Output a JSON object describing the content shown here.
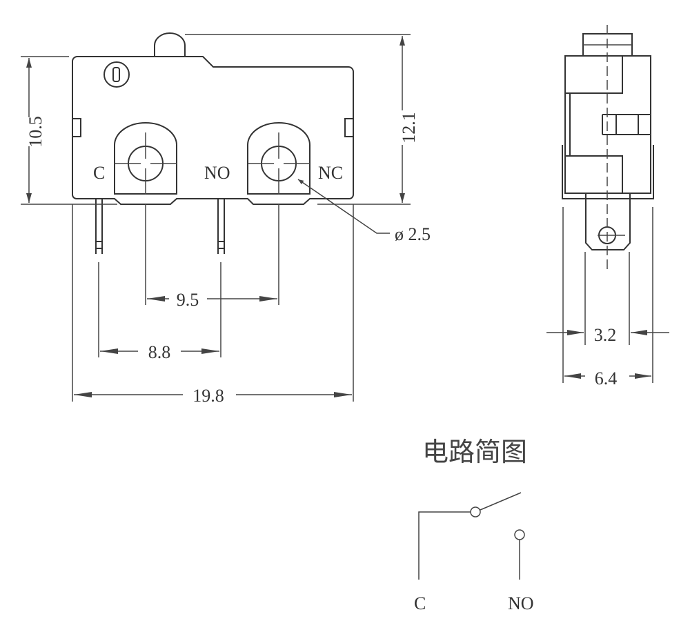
{
  "front_view": {
    "terminal_labels": {
      "c": "C",
      "no": "NO",
      "nc": "NC"
    },
    "hole_diameter": "ø 2.5",
    "dims": {
      "height_body": "10.5",
      "height_total": "12.1",
      "pitch_c_nc": "9.5",
      "pitch_pins": "8.8",
      "width": "19.8"
    }
  },
  "side_view": {
    "dims": {
      "tab_width": "3.2",
      "body_width": "6.4"
    }
  },
  "circuit": {
    "title": "电路简图",
    "labels": {
      "c": "C",
      "no": "NO"
    }
  }
}
